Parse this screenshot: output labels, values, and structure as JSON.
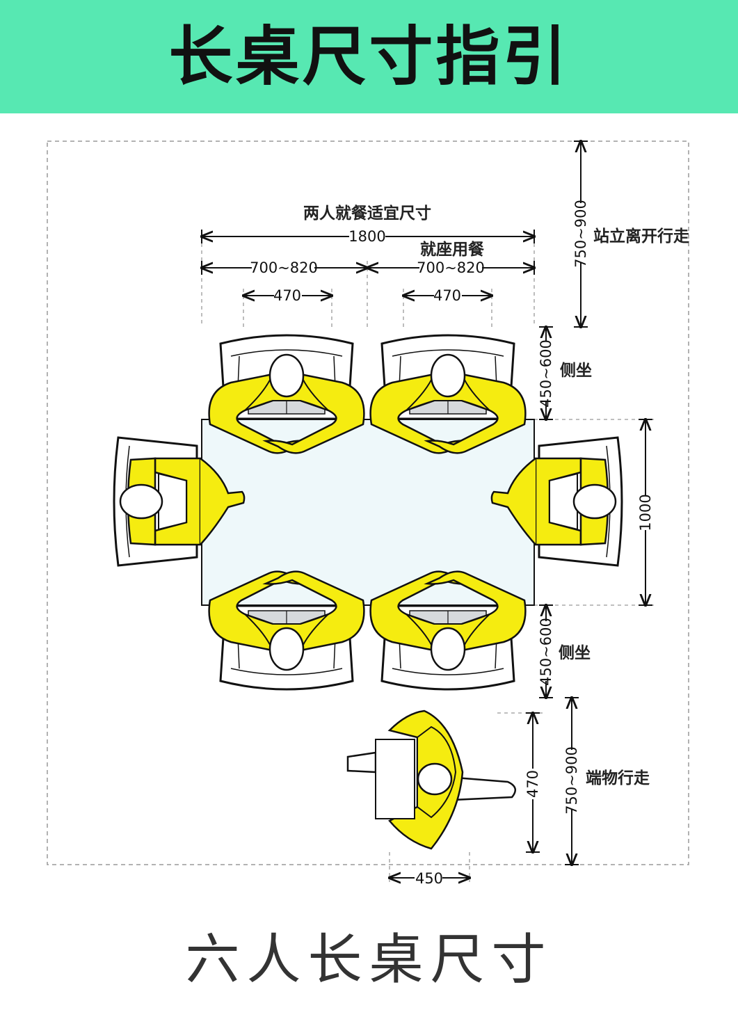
{
  "header": {
    "title": "长桌尺寸指引"
  },
  "footer": {
    "caption": "六人长桌尺寸"
  },
  "colors": {
    "banner": "#57e8b2",
    "person": "#f5ec10",
    "table": "#eef8fa",
    "outline": "#111111"
  },
  "labels": {
    "two_person": "两人就餐适宜尺寸",
    "seated_dining": "就座用餐",
    "stand_leave": "站立离开行走",
    "side_sit_top": "侧坐",
    "side_sit_bottom": "侧坐",
    "carry_walk": "端物行走"
  },
  "dims": {
    "total_width": "1800",
    "left_seat": "700~820",
    "right_seat": "700~820",
    "left_chair": "470",
    "right_chair": "470",
    "stand_space": "750~900",
    "side_top": "450~600",
    "side_bottom": "450~600",
    "table_depth": "1000",
    "walk_space": "750~900",
    "person_depth": "470",
    "person_width": "450"
  }
}
